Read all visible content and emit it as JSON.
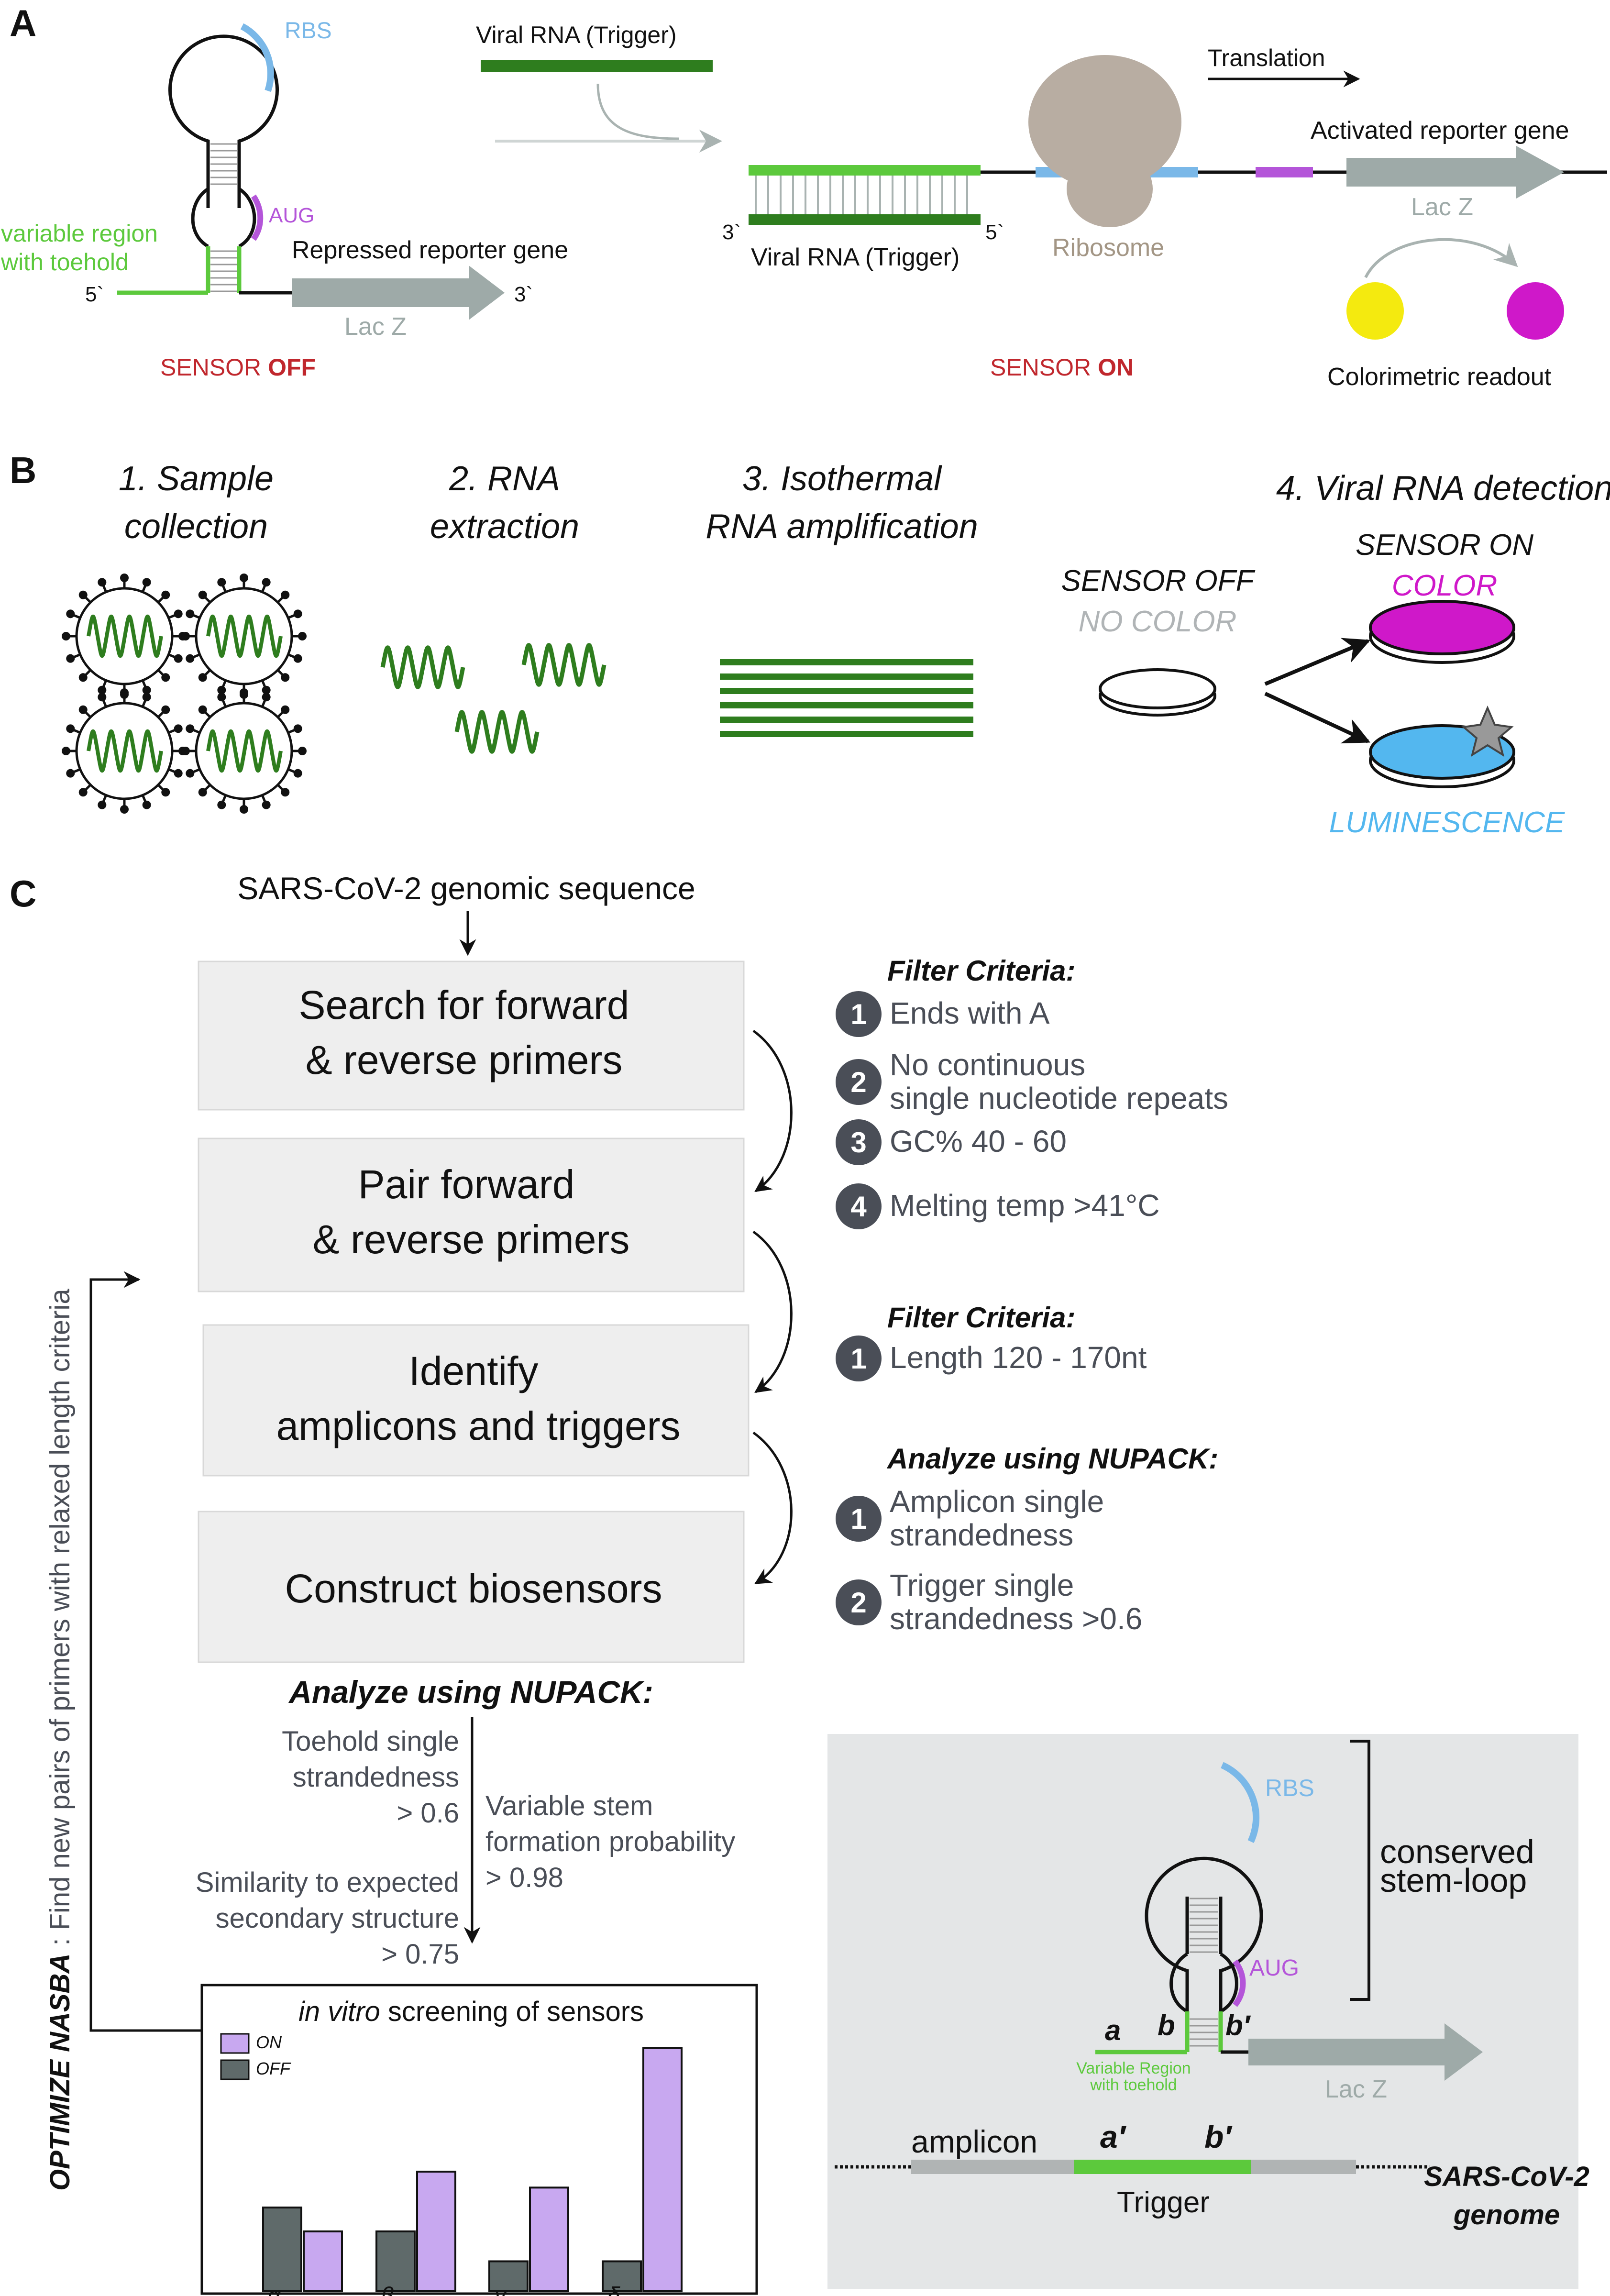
{
  "panel_a": {
    "letter": "A",
    "rbs": "RBS",
    "aug": "AUG",
    "variable_region_line1": "variable region",
    "variable_region_line2": "with toehold",
    "five_prime": "5`",
    "three_prime": "3`",
    "repressed_reporter": "Repressed reporter gene",
    "lacz": "Lac Z",
    "sensor_off_prefix": "SENSOR ",
    "sensor_off_state": "OFF",
    "viral_rna_trigger_top": "Viral RNA (Trigger)",
    "translation": "Translation",
    "activated_reporter": "Activated reporter gene",
    "three_prime_2": "3`",
    "five_prime_2": "5`",
    "viral_rna_trigger_bottom": "Viral RNA (Trigger)",
    "ribosome": "Ribosome",
    "lacz_2": "Lac Z",
    "sensor_on_prefix": "SENSOR ",
    "sensor_on_state": "ON",
    "colorimetric_readout": "Colorimetric readout"
  },
  "panel_b": {
    "letter": "B",
    "step1_line1": "1. Sample",
    "step1_line2": "collection",
    "step2_line1": "2. RNA",
    "step2_line2": "extraction",
    "step3_line1": "3. Isothermal",
    "step3_line2": "RNA amplification",
    "step4": "4. Viral RNA detection",
    "sensor_off": "SENSOR OFF",
    "no_color": "NO COLOR",
    "sensor_on": "SENSOR ON",
    "color": "COLOR",
    "luminescence": "LUMINESCENCE"
  },
  "panel_c": {
    "letter": "C",
    "genomic_sequence": "SARS-CoV-2 genomic sequence",
    "box1_line1": "Search for forward",
    "box1_line2": "& reverse primers",
    "box2_line1": "Pair forward",
    "box2_line2": "& reverse primers",
    "box3_line1": "Identify",
    "box3_line2": "amplicons and triggers",
    "box4": "Construct biosensors",
    "filter1_title": "Filter Criteria:",
    "filter1_items": [
      {
        "num": "1",
        "lines": [
          "Ends with A"
        ]
      },
      {
        "num": "2",
        "lines": [
          "No continuous",
          "single nucleotide repeats"
        ]
      },
      {
        "num": "3",
        "lines": [
          "GC% 40 - 60"
        ]
      },
      {
        "num": "4",
        "lines": [
          "Melting temp >41°C"
        ]
      }
    ],
    "filter2_title": "Filter Criteria:",
    "filter2_items": [
      {
        "num": "1",
        "lines": [
          "Length 120 - 170nt"
        ]
      }
    ],
    "nupack1_title": "Analyze using NUPACK:",
    "nupack1_items": [
      {
        "num": "1",
        "lines": [
          "Amplicon single",
          "strandedness"
        ]
      },
      {
        "num": "2",
        "lines": [
          "Trigger single",
          "strandedness >0.6"
        ]
      }
    ],
    "nupack2_title": "Analyze using NUPACK:",
    "toehold_lines": [
      "Toehold single",
      "strandedness",
      "> 0.6"
    ],
    "similarity_lines": [
      "Similarity to expected",
      "secondary structure",
      "> 0.75"
    ],
    "variable_stem_lines": [
      "Variable stem",
      "formation probability",
      "> 0.98"
    ],
    "screening_italic": "in vitro",
    "screening_rest": " screening of sensors",
    "side_bold": "OPTIMIZE NASBA",
    "side_rest": " : Find new pairs of primers with relaxed length criteria",
    "inset": {
      "rbs": "RBS",
      "aug": "AUG",
      "conserved_line1": "conserved",
      "conserved_line2": "stem-loop",
      "a": "a",
      "b": "b",
      "b_prime": "b′",
      "variable_line1": "Variable Region",
      "variable_line2": "with toehold",
      "lacz": "Lac Z",
      "amplicon": "amplicon",
      "a_prime": "a′",
      "b_prime_2": "b′",
      "trigger": "Trigger",
      "genome_line1": "SARS-CoV-2",
      "genome_line2": "genome"
    }
  },
  "chart_data": {
    "type": "bar",
    "categories": [
      "α",
      "β",
      "γ",
      "δ"
    ],
    "series": [
      {
        "name": "OFF",
        "color": "#5f6a6a",
        "values": [
          2.1,
          1.5,
          0.75,
          0.75
        ]
      },
      {
        "name": "ON",
        "color": "#c8a8f0",
        "values": [
          1.5,
          3.0,
          2.6,
          6.1
        ]
      }
    ],
    "ylim": [
      0,
      6.6
    ],
    "legend": "top-left"
  },
  "colors": {
    "red_label": "#c0272d",
    "rbs_blue": "#7ab8e8",
    "aug_purple": "#b455d9",
    "toehold_green": "#5cc93c",
    "trigger_dark_green": "#2e7d1e",
    "arrow_gray": "#9eaaa8",
    "ribosome": "#b8ada2",
    "magenta": "#cf18c9",
    "yellow": "#f4ea0f",
    "lum_blue": "#53b7ef",
    "box_fill": "#eeeeee",
    "inset_fill": "#e4e6e7",
    "circle_badge": "#4a4e57"
  }
}
